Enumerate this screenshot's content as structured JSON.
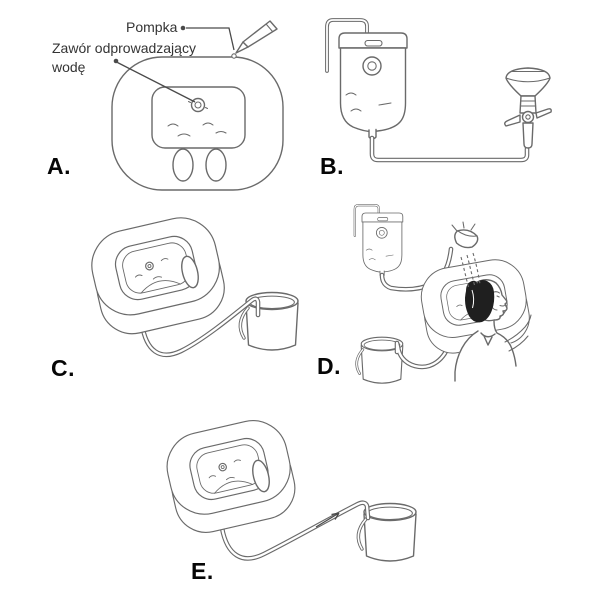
{
  "page": {
    "background": "#ffffff",
    "line_color": "#6a6a6a",
    "text_color": "#343434",
    "letter_color": "#060606",
    "labels": {
      "pump": "Pompka",
      "drain_valve": "Zawór odprowadzający wodę"
    },
    "steps": [
      {
        "letter": "A."
      },
      {
        "letter": "B."
      },
      {
        "letter": "C."
      },
      {
        "letter": "D."
      },
      {
        "letter": "E."
      }
    ]
  }
}
